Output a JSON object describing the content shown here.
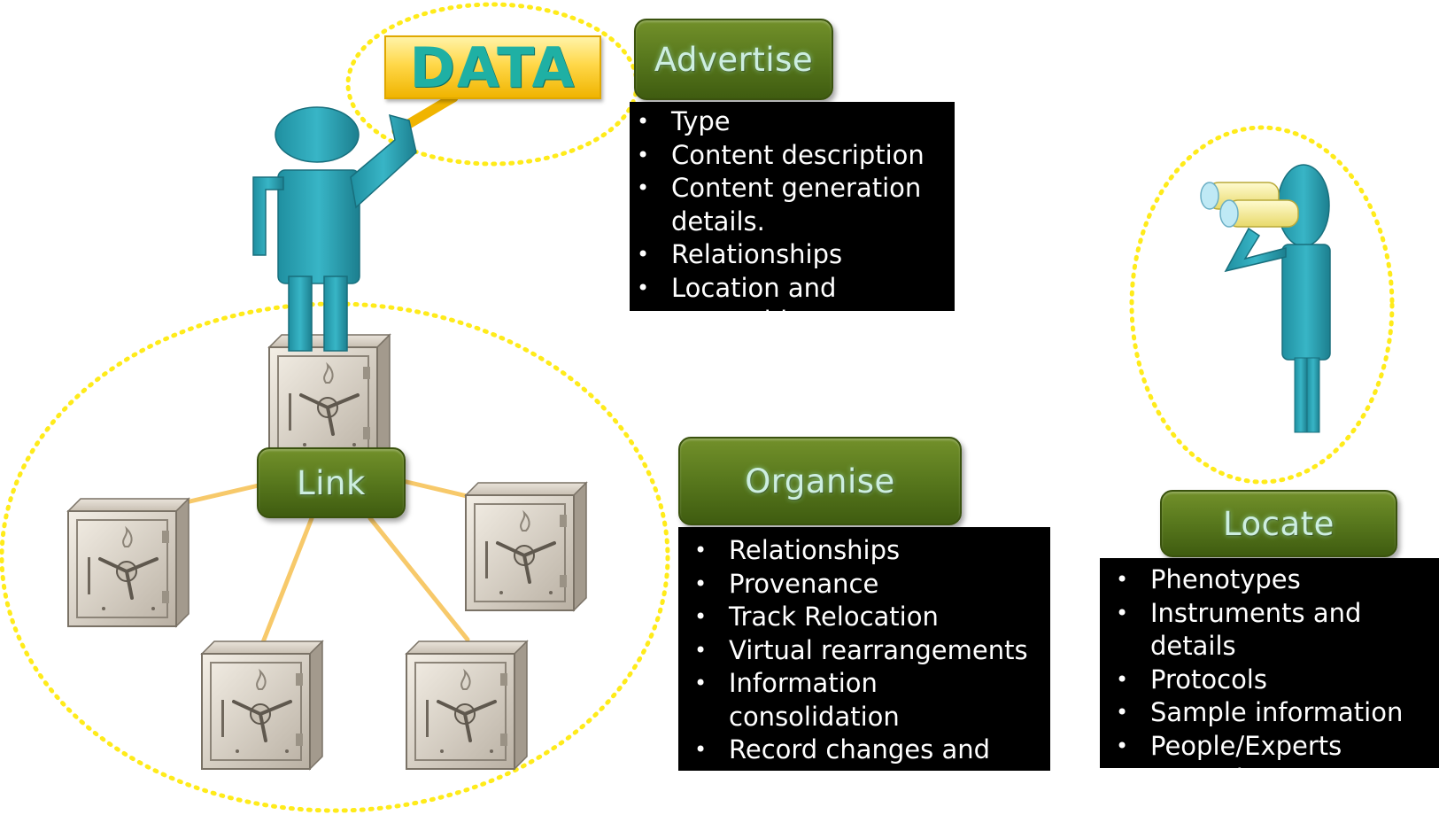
{
  "data_label": "DATA",
  "advertise": {
    "title": "Advertise",
    "items": [
      "Type",
      "Content description",
      "Content generation details.",
      "Relationships",
      "Location and ownership"
    ]
  },
  "link": {
    "title": "Link"
  },
  "organise": {
    "title": "Organise",
    "items": [
      "Relationships",
      "Provenance",
      "Track Relocation",
      "Virtual rearrangements",
      "Information consolidation",
      "Record changes and relocation"
    ]
  },
  "locate": {
    "title": "Locate",
    "items": [
      "Phenotypes",
      "Instruments and details",
      "Protocols",
      "Sample information",
      "People/Experts",
      "Controls"
    ]
  },
  "colors": {
    "figure": "#2aa3b4",
    "button_green": "#5a7a1e",
    "dotted_ellipse": "#ffeb1a",
    "link_line": "#f7c96a",
    "safe": "#d8d0c4"
  }
}
